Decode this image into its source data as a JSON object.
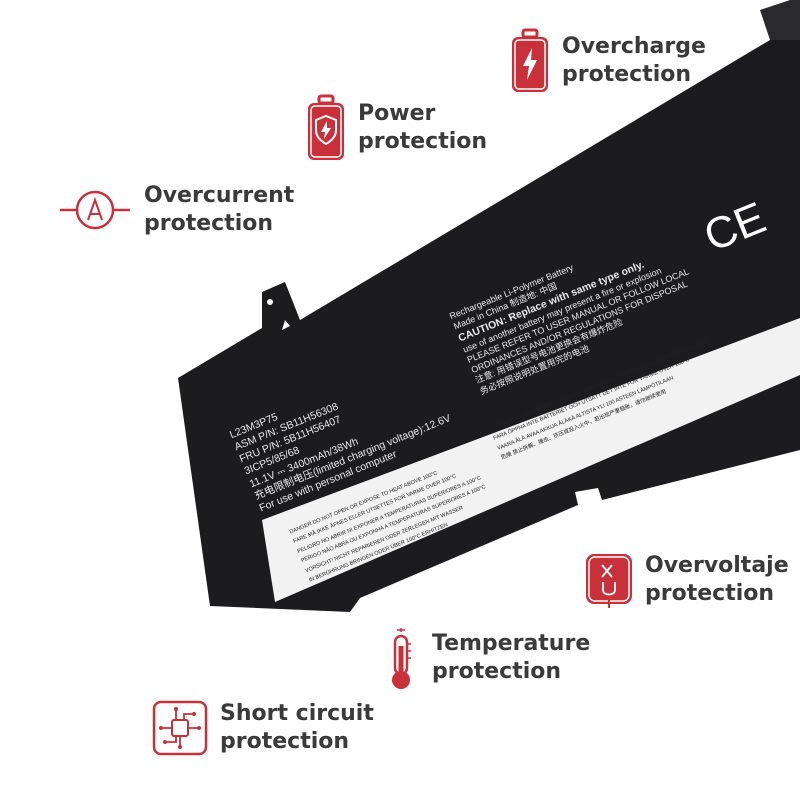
{
  "features": [
    {
      "icon": "battery-bolt-icon",
      "line1": "Overcharge",
      "line2": "protection"
    },
    {
      "icon": "battery-shield-icon",
      "line1": "Power",
      "line2": "protection"
    },
    {
      "icon": "ammeter-icon",
      "line1": "Overcurrent",
      "line2": "protection"
    },
    {
      "icon": "voltage-icon",
      "line1": "Overvoltaje",
      "line2": "protection"
    },
    {
      "icon": "thermometer-icon",
      "line1": "Temperature",
      "line2": "protection"
    },
    {
      "icon": "circuit-chip-icon",
      "line1": "Short circuit",
      "line2": "protection"
    }
  ],
  "accent_color": "#c8303a",
  "battery": {
    "spec_lines": [
      "L23M3P75",
      "ASM P/N: SB11H56308",
      "FRU P/N: 5B11H56407",
      "3ICP5/85/68",
      "11.1V ⎓ 3400mAh/38Wh",
      "充电限制电压(limited charging voltage):12.6V",
      "For use with personal computer"
    ],
    "caution_lines": [
      "Rechargeable Li-Polymer Battery",
      "Made in China 制造地: 中国",
      "CAUTION: Replace with same type only.",
      "use of another battery may present a fire or explosion",
      "PLEASE REFER TO USER MANUAL OR FOLLOW LOCAL",
      "ORDINANCES AND/OR REGULATIONS FOR DISPOSAL",
      "注意: 用错误型号电池更换会有爆炸危险",
      "务必按照说明处置用完的电池"
    ],
    "warning_lines": [
      "DANGER DO NOT OPEN OR EXPOSE TO HEAT ABOVE 100°C",
      "FARE MÅ IKKE ÅPNES ELLER UTSETTES FOR VARME OVER 100°C",
      "PELIGRO NO ABRIR NI EXPONER A TEMPERATURAS SUPERIORES A 100°C",
      "PERIGO NÃO ABRA OU EXPONHA A TEMPERATURAS SUPERIORES A 100°C",
      "VORSICHT! NICHT REPARIEREN ODER ZERLEGEN MIT WASSER",
      "IN BERÜHRUNG BRINGEN ODER ÜBER 100°C ERHITZEN"
    ],
    "warning_lines_right": [
      "ATTENZIONE! NON APRIRE O RISCALDARE AD UNA TEMPERATURA SUPERIORE AI 100°C",
      "FARA ÖPPNA INTE BATTERIET OCH UTSÄTT DET INTE FÖR VÄRME ÖVER 100°C",
      "VAARA ÄLÄ AVAA AKKUA ÄLÄKÄ ALTISTA YLI 100 ASTEEN LÄMPÖTILAAN",
      "危険 禁止拆解、撞击、挤压或投入火中，若出现严重鼓胀，请勿继续使用"
    ],
    "ce_mark": "CE"
  }
}
